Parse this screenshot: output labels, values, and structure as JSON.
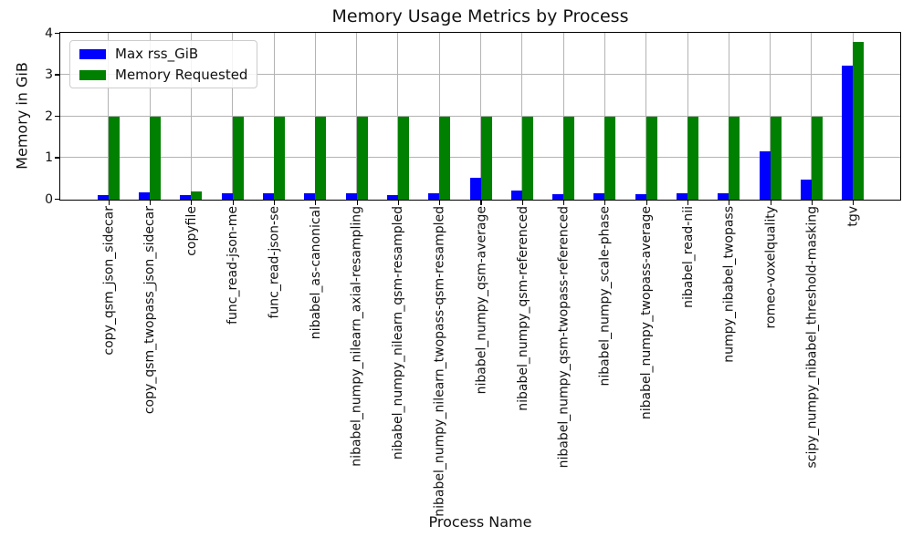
{
  "chart_data": {
    "type": "bar",
    "title": "Memory Usage Metrics by Process",
    "xlabel": "Process Name",
    "ylabel": "Memory in GiB",
    "ylim": [
      0,
      4
    ],
    "yticks": [
      0,
      1,
      2,
      3,
      4
    ],
    "grid": true,
    "legend_position": "upper left",
    "categories": [
      "copy_qsm_json_sidecar",
      "copy_qsm_twopass_json_sidecar",
      "copyfile",
      "func_read-json-me",
      "func_read-json-se",
      "nibabel_as-canonical",
      "nibabel_numpy_nilearn_axial-resampling",
      "nibabel_numpy_nilearn_qsm-resampled",
      "nibabel_numpy_nilearn_twopass-qsm-resampled",
      "nibabel_numpy_qsm-average",
      "nibabel_numpy_qsm-referenced",
      "nibabel_numpy_qsm-twopass-referenced",
      "nibabel_numpy_scale-phase",
      "nibabel_numpy_twopass-average",
      "nibabel_read-nii",
      "numpy_nibabel_twopass",
      "romeo-voxelquality",
      "scipy_numpy_nibabel_threshold-masking",
      "tgv"
    ],
    "series": [
      {
        "name": "Max rss_GiB",
        "color": "#0000ff",
        "values": [
          0.12,
          0.17,
          0.12,
          0.16,
          0.16,
          0.16,
          0.16,
          0.11,
          0.15,
          0.53,
          0.23,
          0.13,
          0.16,
          0.13,
          0.15,
          0.16,
          1.17,
          0.49,
          3.23
        ]
      },
      {
        "name": "Memory Requested",
        "color": "#008000",
        "values": [
          2.0,
          2.0,
          0.2,
          2.0,
          2.0,
          2.0,
          2.0,
          2.0,
          2.0,
          2.0,
          2.0,
          2.0,
          2.0,
          2.0,
          2.0,
          2.0,
          2.0,
          2.0,
          3.8
        ]
      }
    ]
  }
}
